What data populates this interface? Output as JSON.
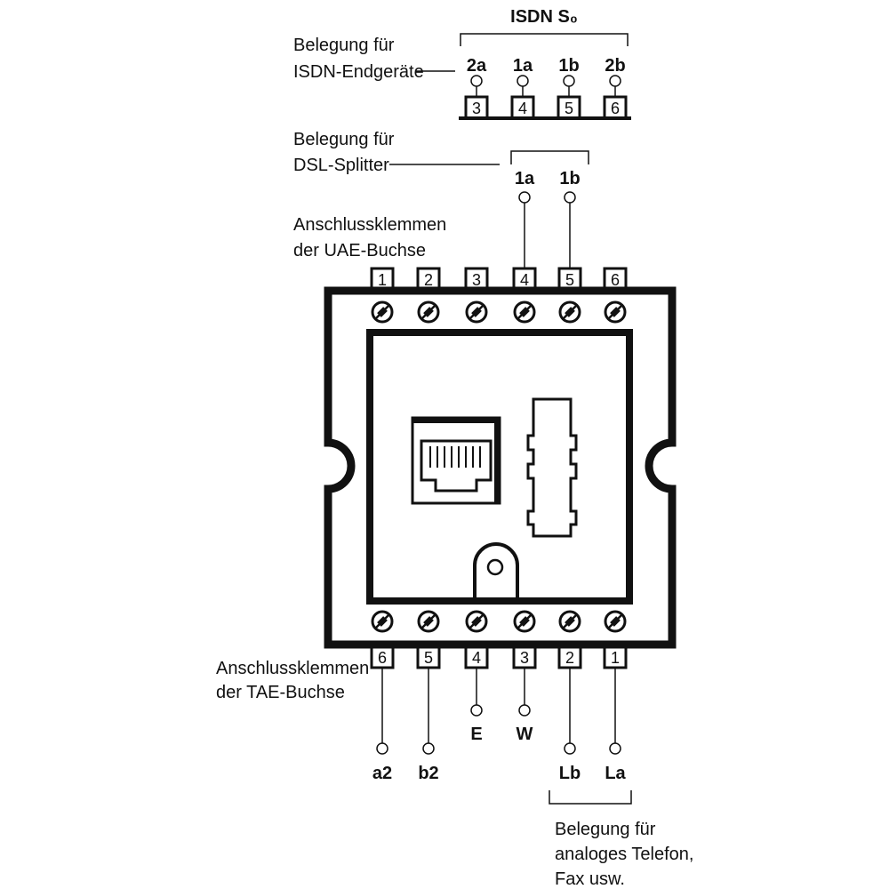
{
  "isdn": {
    "group_label": "ISDN S₀",
    "caption_line1": "Belegung für",
    "caption_line2": "ISDN-Endgeräte",
    "pins": [
      {
        "wire": "2a",
        "terminal": "3"
      },
      {
        "wire": "1a",
        "terminal": "4"
      },
      {
        "wire": "1b",
        "terminal": "5"
      },
      {
        "wire": "2b",
        "terminal": "6"
      }
    ]
  },
  "dsl": {
    "caption_line1": "Belegung für",
    "caption_line2": "DSL-Splitter",
    "pins": [
      "1a",
      "1b"
    ]
  },
  "uae": {
    "caption_line1": "Anschlussklemmen",
    "caption_line2": "der UAE-Buchse",
    "terminals": [
      "1",
      "2",
      "3",
      "4",
      "5",
      "6"
    ]
  },
  "tae": {
    "caption_line1": "Anschlussklemmen",
    "caption_line2": "der TAE-Buchse",
    "terminals": [
      "6",
      "5",
      "4",
      "3",
      "2",
      "1"
    ],
    "wires": [
      "a2",
      "b2",
      "E",
      "W",
      "Lb",
      "La"
    ]
  },
  "analog": {
    "caption_line1": "Belegung für",
    "caption_line2": "analoges Telefon,",
    "caption_line3": "Fax usw."
  }
}
